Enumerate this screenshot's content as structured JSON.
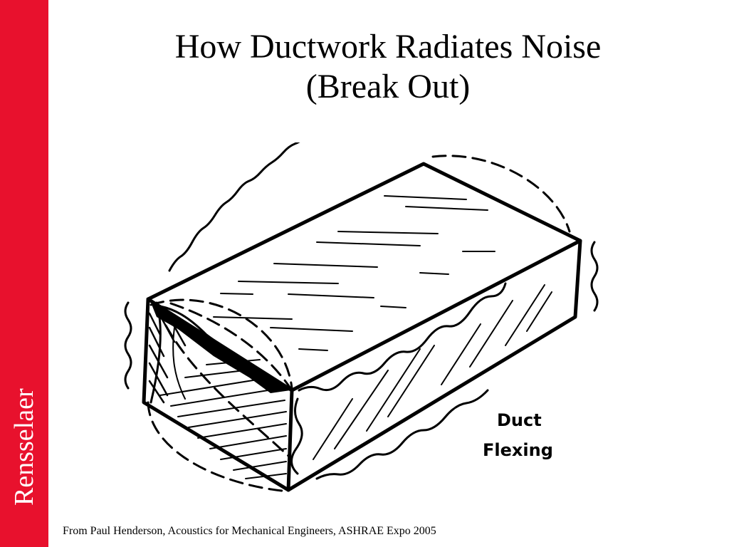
{
  "slide": {
    "title_line1": "How Ductwork Radiates Noise",
    "title_line2": "(Break Out)",
    "sidebar_label": "Rensselaer",
    "citation": "From Paul Henderson, Acoustics for Mechanical Engineers, ASHRAE Expo 2005"
  },
  "diagram": {
    "label_line1": "Duct",
    "label_line2": "Flexing"
  },
  "colors": {
    "sidebar": "#e8112d",
    "ink": "#000000",
    "background": "#ffffff"
  }
}
